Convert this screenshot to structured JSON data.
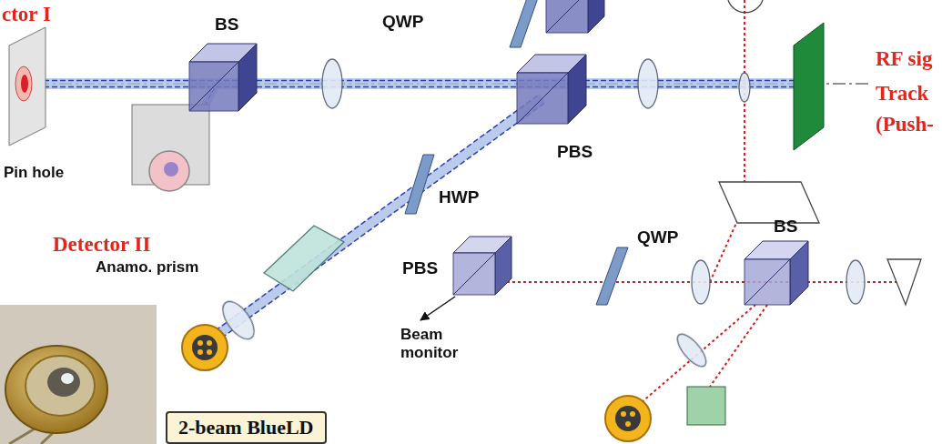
{
  "diagram": {
    "nodes": [
      {
        "text": [
          "2-beam BlueLD"
        ]
      }
    ],
    "labels": [
      "ctor I",
      "QWP",
      "BS",
      "RF sig",
      "Track",
      "(Push-",
      "PBS",
      "Pin hole",
      "HWP",
      "BS",
      "QWP",
      "Detector II",
      "Anamo. prism",
      "PBS",
      "Beam monitor"
    ]
  }
}
